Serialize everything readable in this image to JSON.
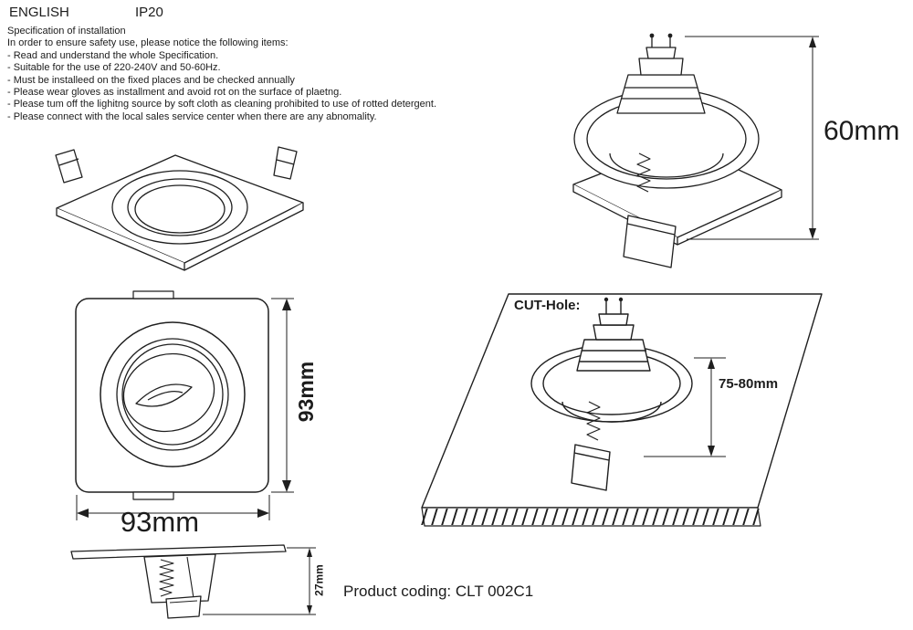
{
  "header": {
    "language": "ENGLISH",
    "ip_rating": "IP20"
  },
  "spec": {
    "title": "Specification of installation",
    "intro": "In order to ensure safety use, please notice the following items:",
    "items": [
      "- Read and understand the whole Specification.",
      "- Suitable for the use of 220-240V and 50-60Hz.",
      "- Must be installeed on the fixed places and be checked annually",
      "- Please wear gloves as installment and avoid rot on the surface of plaetng.",
      "- Please tum off the lighitng source by soft cloth as cleaning prohibited to use of rotted detergent.",
      "- Please connect with the local sales service center when there are any abnomality."
    ]
  },
  "dimensions": {
    "fixture_height": "60mm",
    "frame_width_vertical": "93mm",
    "frame_width_horizontal": "93mm",
    "cut_hole_label": "CUT-Hole:",
    "cut_hole_diameter": "75-80mm",
    "recess_depth": "27mm"
  },
  "footer": {
    "product_coding": "Product coding: CLT 002C1"
  },
  "colors": {
    "line": "#1f1f1f",
    "background": "#ffffff"
  }
}
